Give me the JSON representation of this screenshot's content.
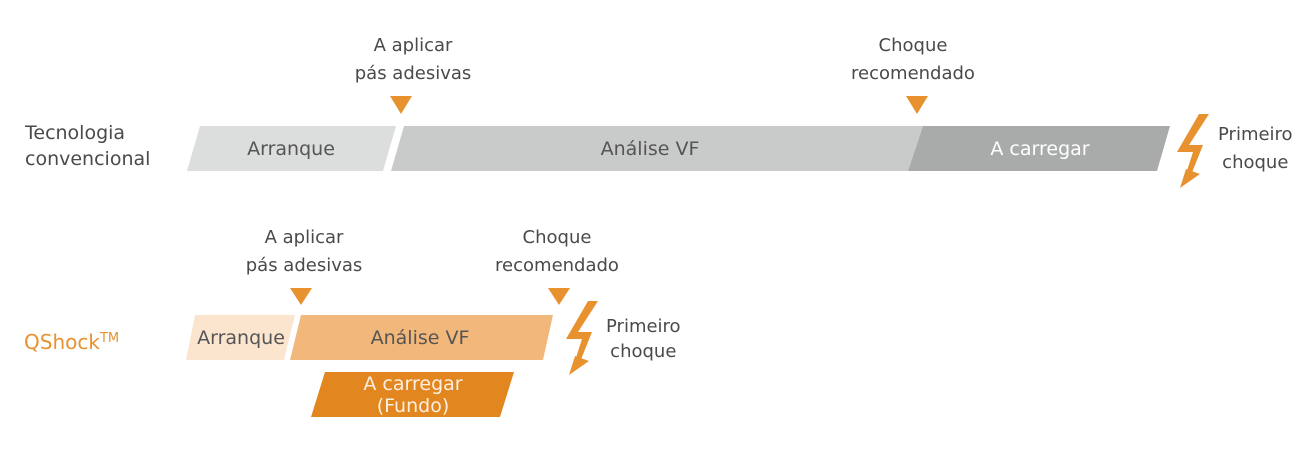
{
  "colors": {
    "conv_start": "#dcdddd",
    "conv_analysis": "#c9caca",
    "conv_charge": "#a9aaaa",
    "q_start": "#fbe5cf",
    "q_analysis": "#f2b77a",
    "q_charge": "#e2861f",
    "accent": "#e8922f",
    "text": "#4a4a4a"
  },
  "rows": {
    "conventional": {
      "label_line1": "Tecnologia",
      "label_line2": "convencional",
      "start": "Arranque",
      "analysis": "Análise VF",
      "charging": "A carregar",
      "marker_pads_line1": "A aplicar",
      "marker_pads_line2": "pás adesivas",
      "marker_shock_line1": "Choque",
      "marker_shock_line2": "recomendado",
      "first_shock_line1": "Primeiro",
      "first_shock_line2": "choque"
    },
    "qshock": {
      "label": "QShock",
      "label_tm": "TM",
      "start": "Arranque",
      "analysis": "Análise VF",
      "charging_line1": "A carregar",
      "charging_line2": "(Fundo)",
      "marker_pads_line1": "A aplicar",
      "marker_pads_line2": "pás adesivas",
      "marker_shock_line1": "Choque",
      "marker_shock_line2": "recomendado",
      "first_shock_line1": "Primeiro",
      "first_shock_line2": "choque"
    }
  },
  "icons": {
    "marker": "triangle-down-icon",
    "shock": "lightning-bolt-icon"
  }
}
